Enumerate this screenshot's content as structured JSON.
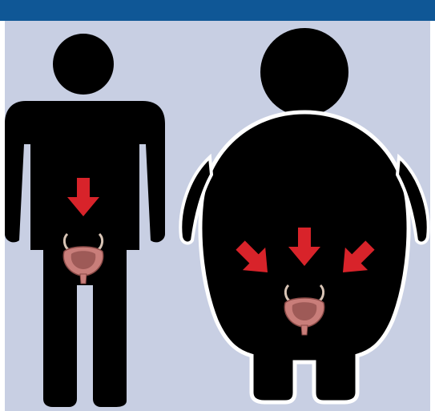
{
  "colors": {
    "header_bar": "#0f5796",
    "panel_background": "#c8cfe3",
    "figure_fill": "#000000",
    "figure_outline": "#ffffff",
    "arrow": "#d8232a",
    "bladder_tissue": "#c97e7a",
    "bladder_inner": "#9e5a57",
    "ureter": "#d8c4b5"
  },
  "figures": [
    {
      "name": "normal-weight-person",
      "arrows": [
        "down"
      ],
      "organ": "bladder"
    },
    {
      "name": "obese-person",
      "arrows": [
        "down-right",
        "down",
        "down-left"
      ],
      "organ": "bladder"
    }
  ]
}
